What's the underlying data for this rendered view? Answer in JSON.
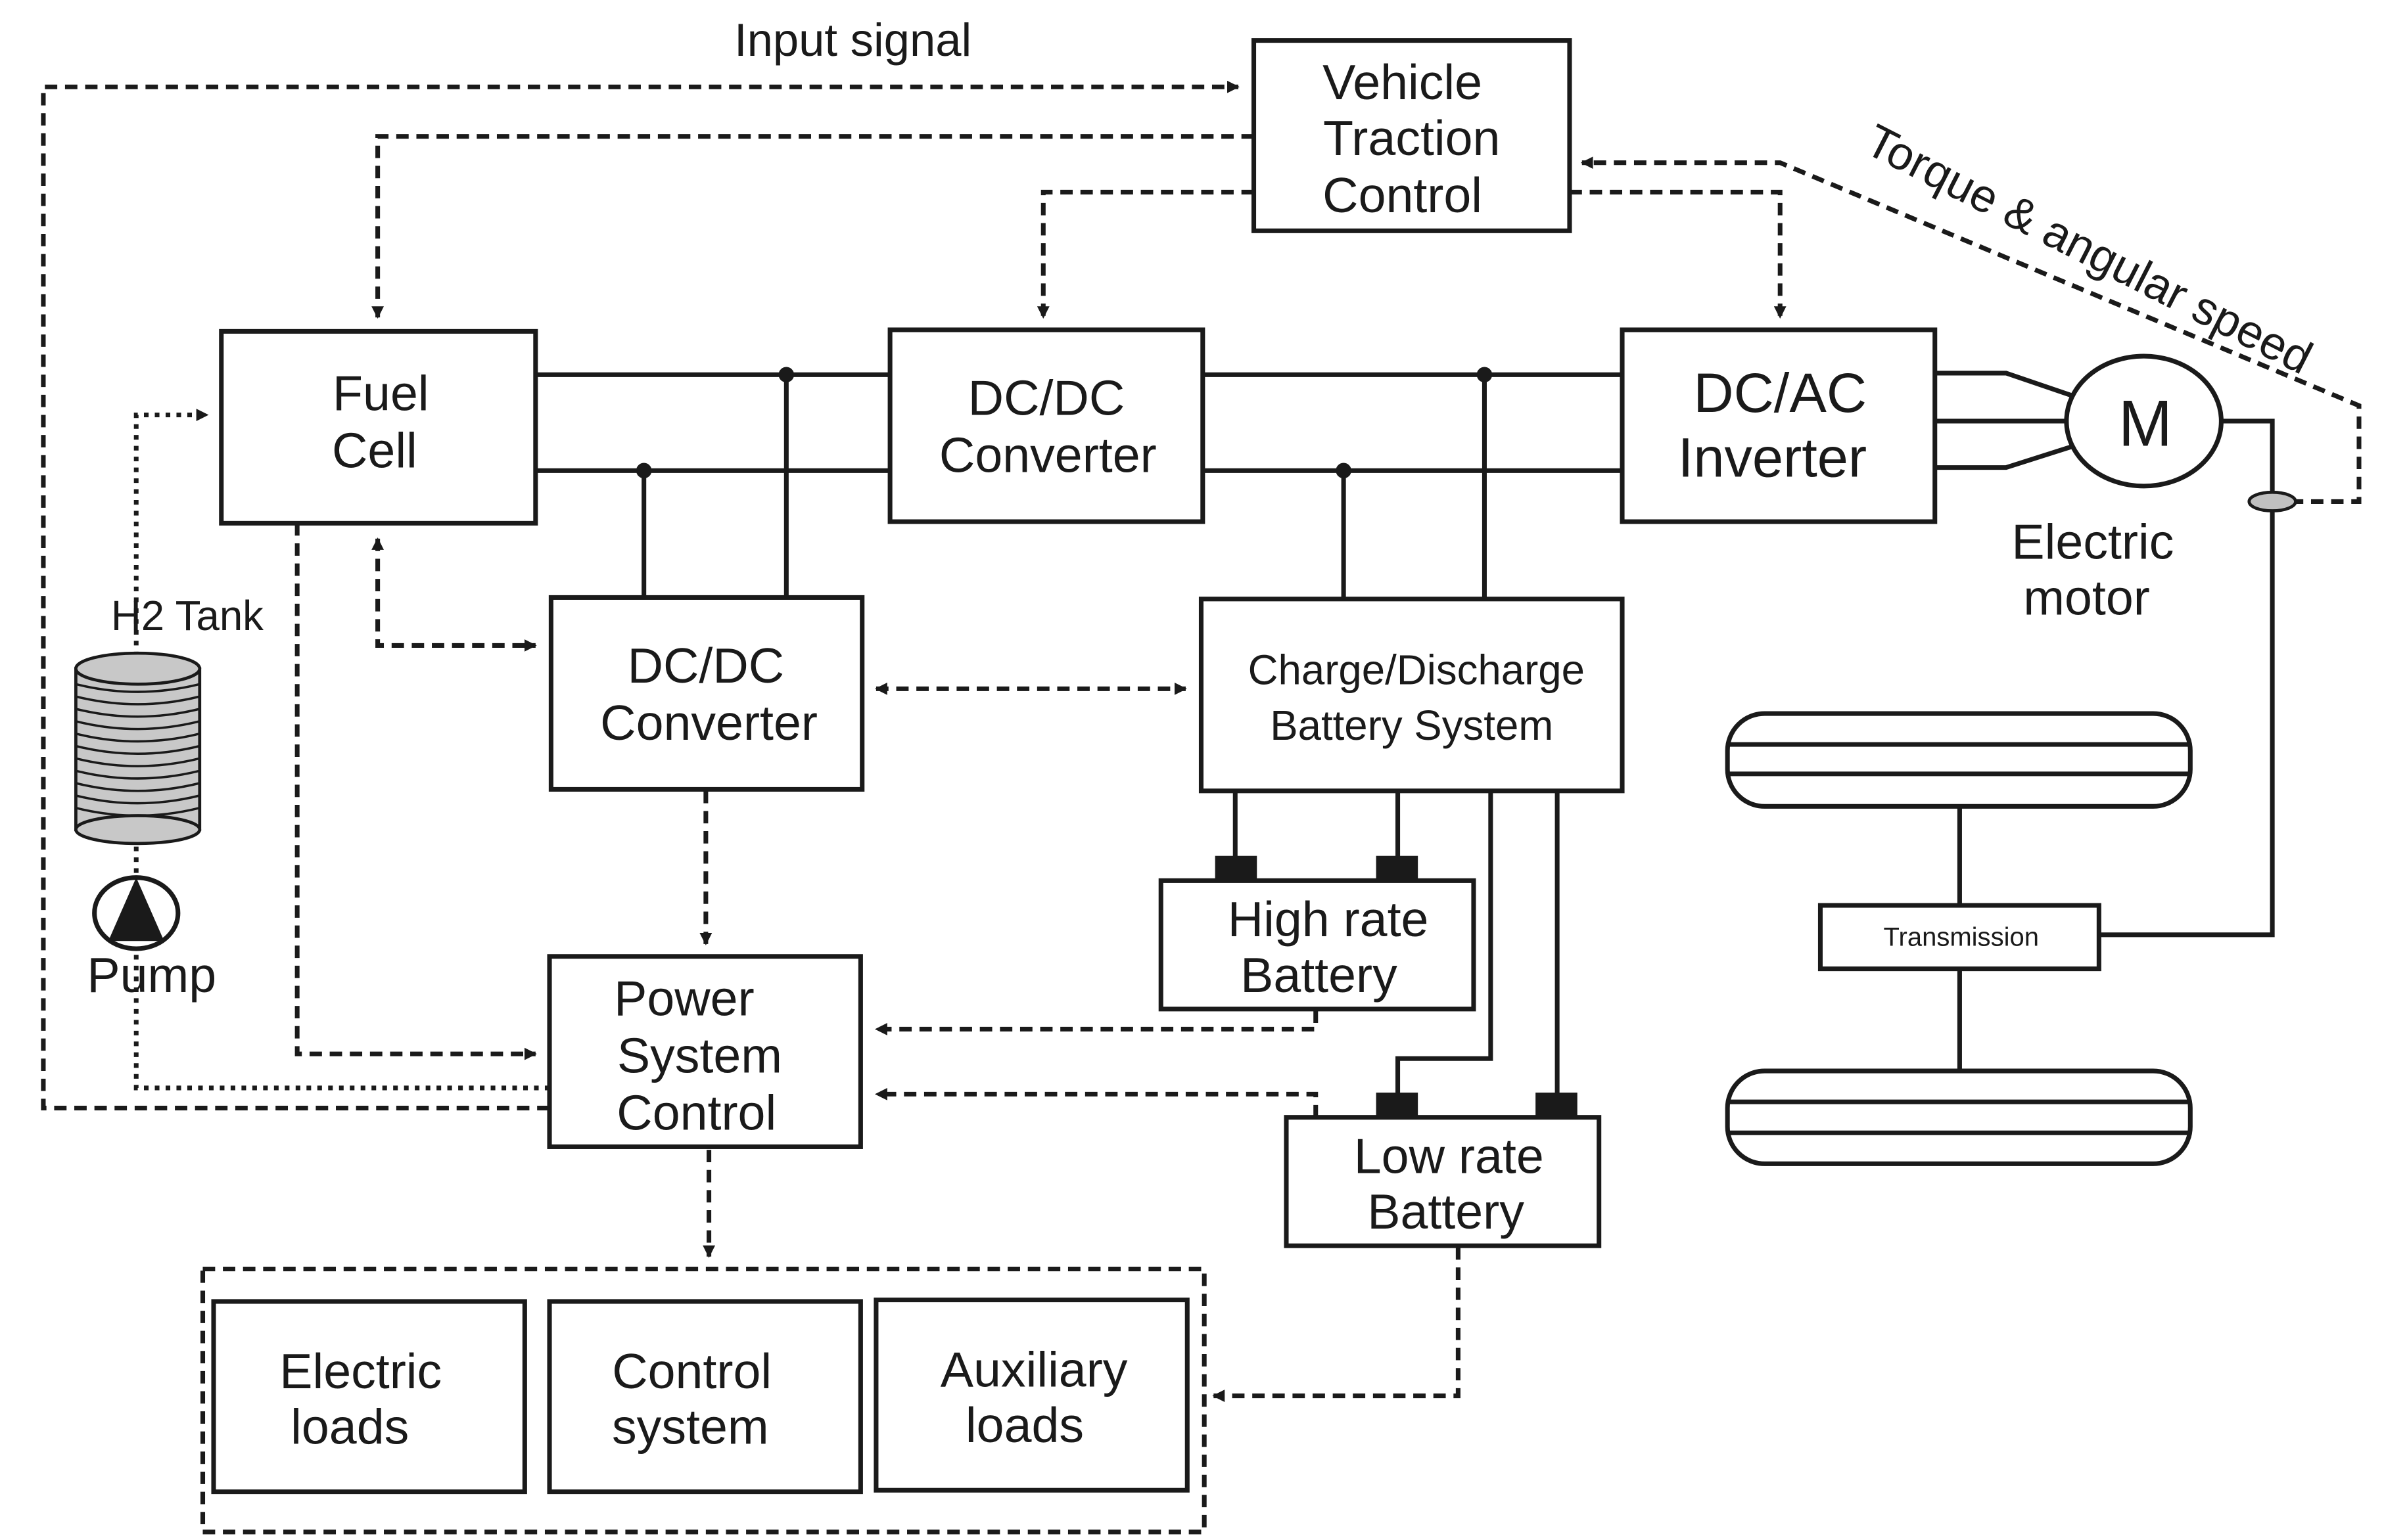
{
  "diagram": {
    "labels": {
      "input_signal": "Input signal",
      "torque_speed": "Torque & angular speed",
      "h2_tank": "H2 Tank",
      "pump": "Pump",
      "electric_motor_1": "Electric",
      "electric_motor_2": "motor",
      "motor_symbol": "M"
    },
    "blocks": {
      "vehicle_traction_control": [
        "Vehicle",
        "Traction",
        "Control"
      ],
      "fuel_cell": [
        "Fuel",
        "Cell"
      ],
      "dcdc_top": [
        "DC/DC",
        "Converter"
      ],
      "dcac_inverter": [
        "DC/AC",
        "Inverter"
      ],
      "dcdc_mid": [
        "DC/DC",
        "Converter"
      ],
      "charge_discharge": [
        "Charge/Discharge",
        "Battery System"
      ],
      "high_rate_battery": [
        "High rate",
        "Battery"
      ],
      "low_rate_battery": [
        "Low rate",
        "Battery"
      ],
      "power_system_control": [
        "Power",
        "System",
        "Control"
      ],
      "transmission": [
        "Transmission"
      ],
      "electric_loads": [
        "Electric",
        "loads"
      ],
      "control_system": [
        "Control",
        "system"
      ],
      "auxiliary_loads": [
        "Auxiliary",
        "loads"
      ]
    },
    "colors": {
      "line": "#1a1a1a",
      "tank_fill": "#c8c8c8",
      "sensor_fill": "#c0c0c0"
    }
  }
}
